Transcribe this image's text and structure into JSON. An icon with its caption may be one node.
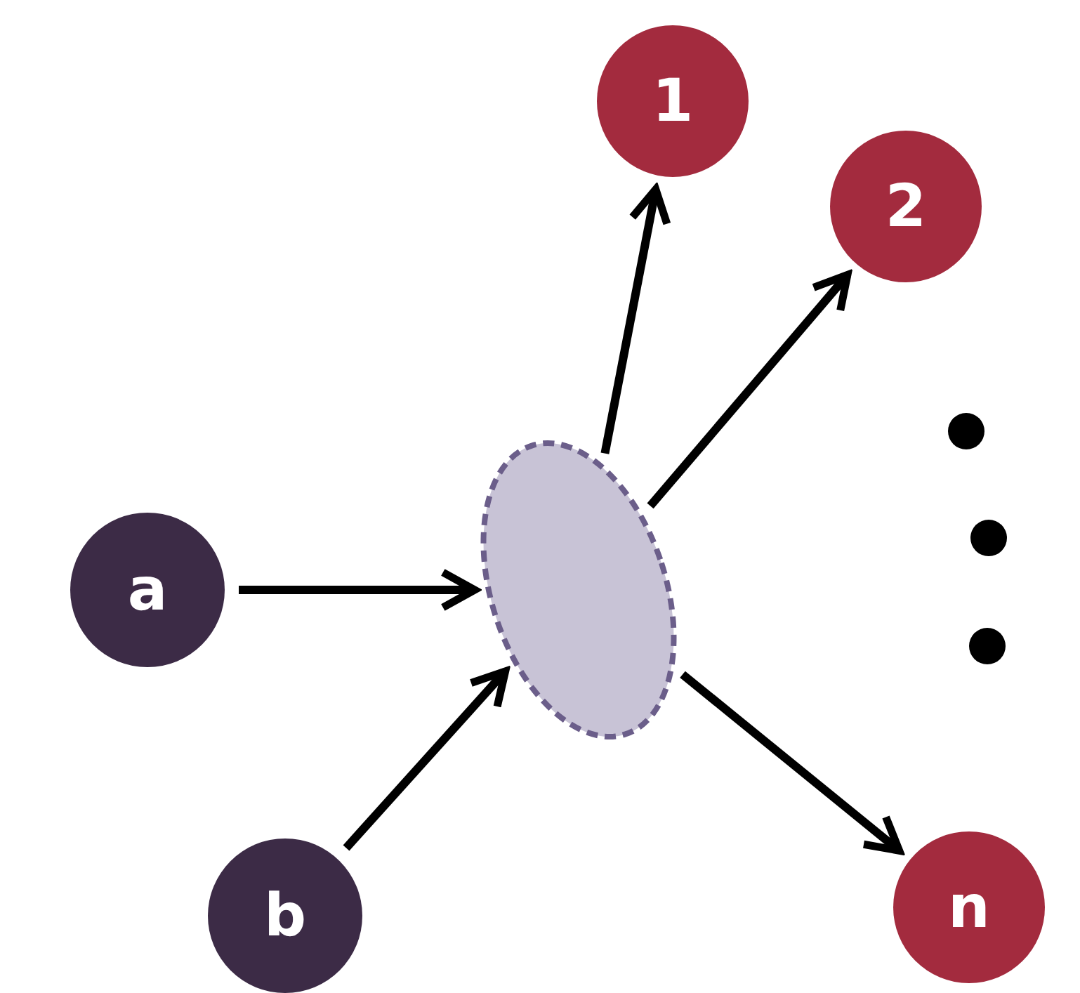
{
  "diagram": {
    "nodes": [
      {
        "text": [
          "a"
        ]
      },
      {
        "text": [
          "b"
        ]
      },
      {
        "text": [],
        "shape": "ellipse"
      },
      {
        "text": [
          "1"
        ]
      },
      {
        "text": [
          "2"
        ]
      },
      {
        "text": [
          "n"
        ]
      }
    ],
    "edges": [
      {
        "from": 0,
        "to": 2,
        "arrow": "to"
      },
      {
        "from": 1,
        "to": 2,
        "arrow": "to"
      },
      {
        "from": 2,
        "to": 3,
        "arrow": "to"
      },
      {
        "from": 2,
        "to": 4,
        "arrow": "to"
      },
      {
        "from": 2,
        "to": 5,
        "arrow": "to"
      }
    ]
  }
}
